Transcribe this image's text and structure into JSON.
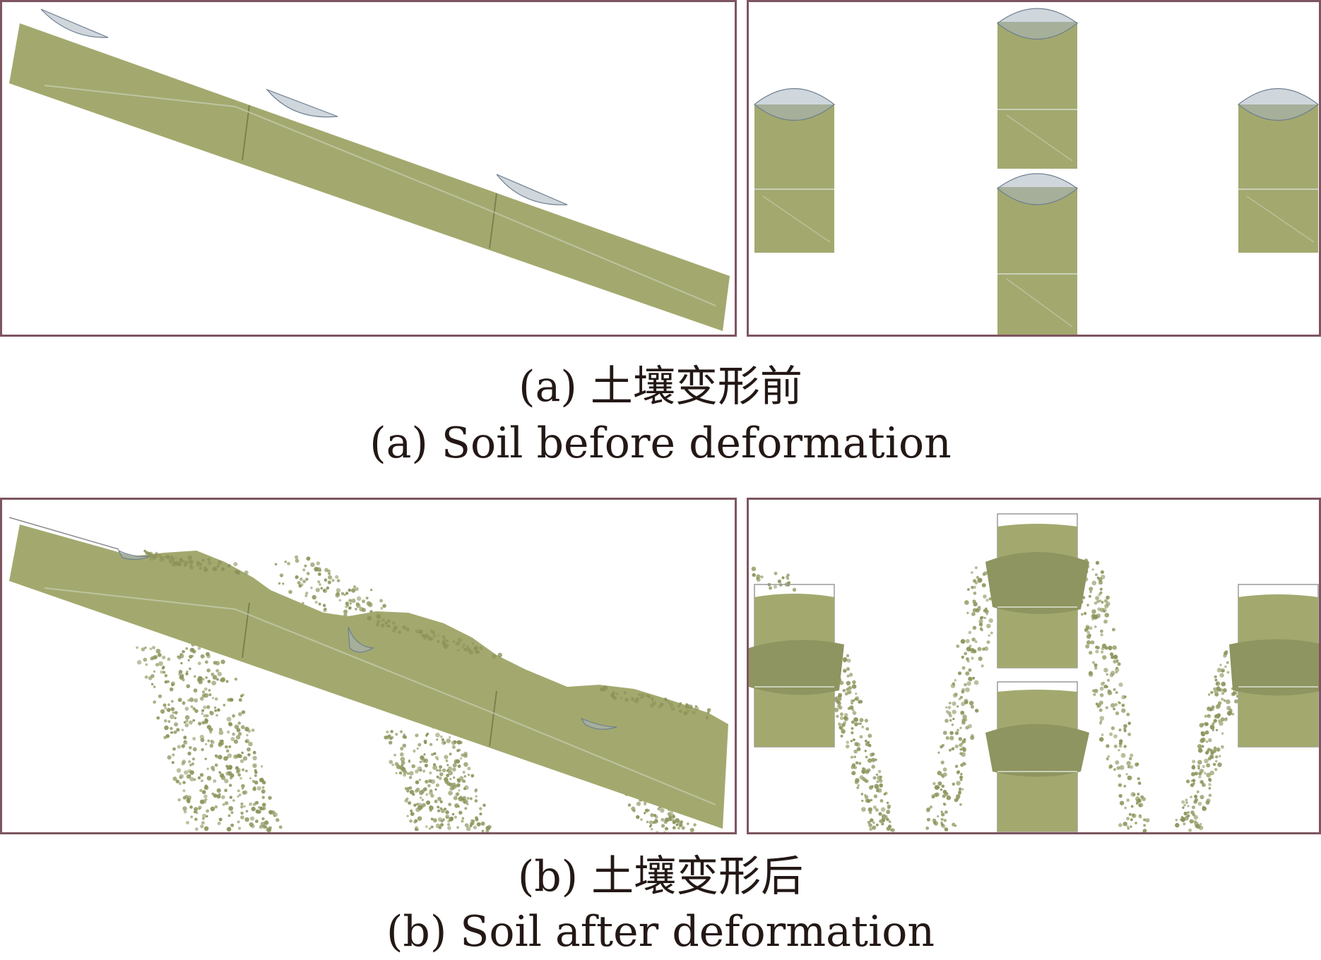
{
  "figure": {
    "colors": {
      "soil": "#a3a96e",
      "soil_dark": "#8f9560",
      "soil_particle": "#8c935a",
      "frame": "#7d5560",
      "caption": "#231815",
      "bucket": "#a8b4c0"
    },
    "panel_a": {
      "caption_zh": "(a) 土壤变形前",
      "caption_en": "(a) Soil before deformation"
    },
    "panel_b": {
      "caption_zh": "(b) 土壤变形后",
      "caption_en": "(b) Soil after deformation"
    }
  }
}
